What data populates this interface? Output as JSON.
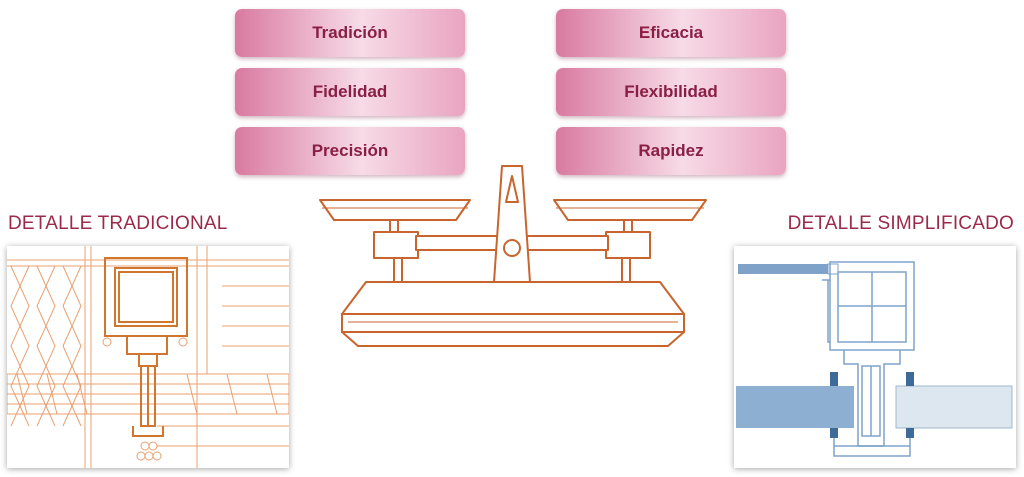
{
  "left_qualities": [
    "Tradición",
    "Fidelidad",
    "Precisión"
  ],
  "right_qualities": [
    "Eficacia",
    "Flexibilidad",
    "Rapidez"
  ],
  "left_title": "DETALLE TRADICIONAL",
  "right_title": "DETALLE SIMPLIFICADO",
  "icons": {
    "scale": "balance-scale-icon",
    "left_drawing": "traditional-window-detail-drawing",
    "right_drawing": "simplified-window-detail-drawing"
  },
  "colors": {
    "pill_text": "#8a1f45",
    "pill_gradient_dark": "#d97aa0",
    "pill_gradient_light": "#f7dbe7",
    "title": "#9b2a4a",
    "scale_stroke": "#c8652f",
    "traditional_stroke": "#e8a070",
    "simplified_stroke": "#7fa3c8"
  }
}
